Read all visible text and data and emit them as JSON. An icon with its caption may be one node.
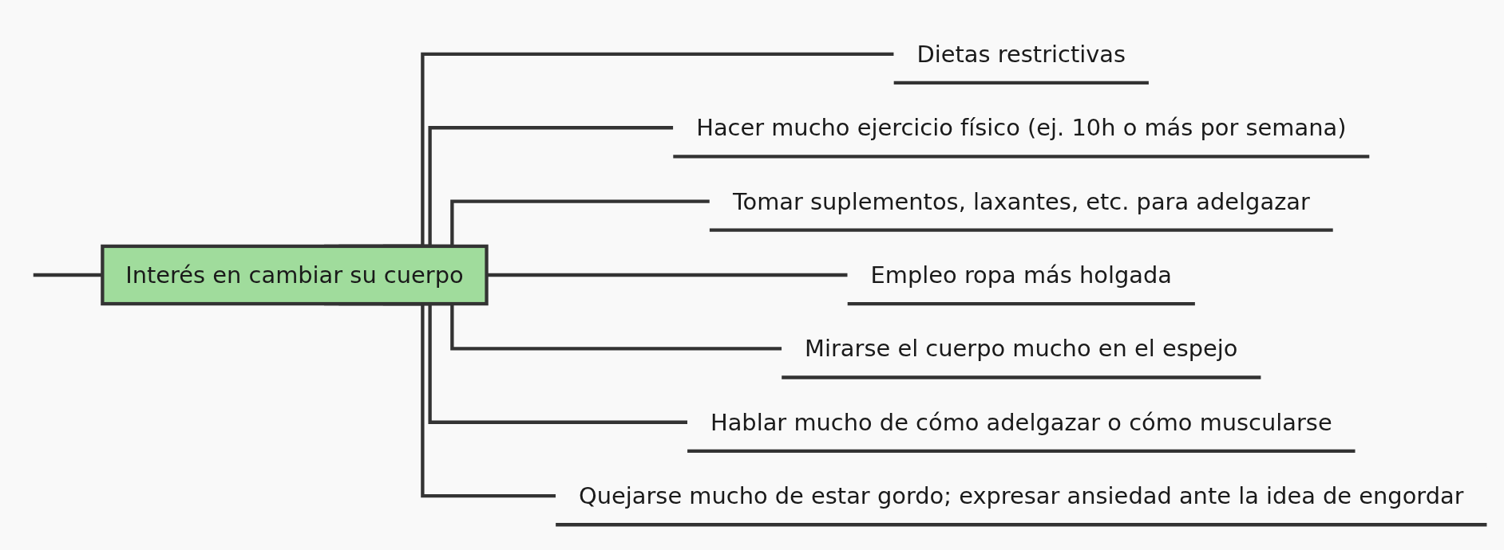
{
  "diagram": {
    "nodes": [
      {
        "text": [
          "Interés en cambiar su cuerpo"
        ]
      },
      {
        "text": [
          "Dietas restrictivas"
        ]
      },
      {
        "text": [
          "Hacer mucho ejercicio físico (ej. 10h o más por semana)"
        ]
      },
      {
        "text": [
          "Tomar suplementos, laxantes, etc. para adelgazar"
        ]
      },
      {
        "text": [
          "Empleo ropa más holgada"
        ]
      },
      {
        "text": [
          "Mirarse el cuerpo mucho en el espejo"
        ]
      },
      {
        "text": [
          "Hablar mucho de cómo adelgazar o cómo muscularse"
        ]
      },
      {
        "text": [
          "Quejarse mucho de estar gordo; expresar ansiedad ante la idea de engordar"
        ]
      }
    ],
    "edges": [
      {
        "from": null,
        "to": 0,
        "arrow": "none"
      },
      {
        "from": 0,
        "to": 1,
        "arrow": "none"
      },
      {
        "from": 0,
        "to": 2,
        "arrow": "none"
      },
      {
        "from": 0,
        "to": 3,
        "arrow": "none"
      },
      {
        "from": 0,
        "to": 4,
        "arrow": "none"
      },
      {
        "from": 0,
        "to": 5,
        "arrow": "none"
      },
      {
        "from": 0,
        "to": 6,
        "arrow": "none"
      },
      {
        "from": 0,
        "to": 7,
        "arrow": "none"
      }
    ]
  }
}
